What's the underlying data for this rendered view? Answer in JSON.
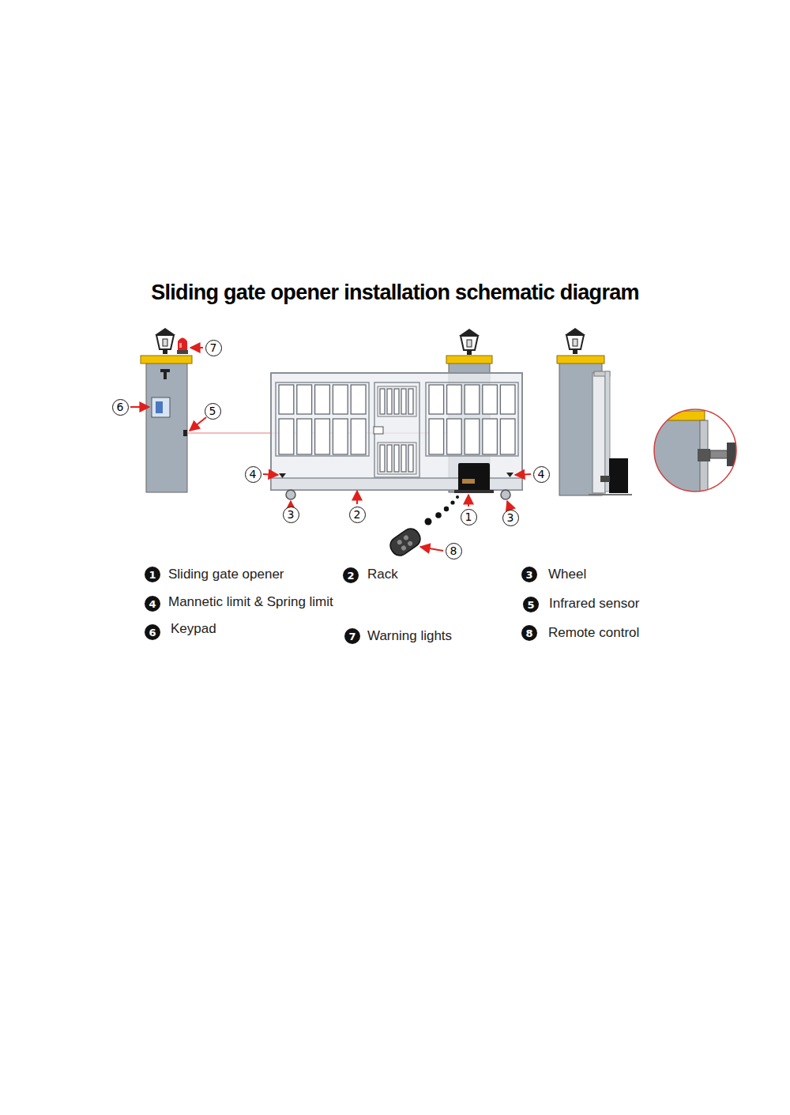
{
  "diagram": {
    "title": "Sliding gate opener installation schematic diagram",
    "labels": [
      "7",
      "6",
      "5",
      "4",
      "4",
      "2",
      "1",
      "3",
      "3",
      "8",
      "1",
      "Sliding gate opener",
      "2",
      "Rack",
      "3",
      "Wheel",
      "4",
      "Mannetic limit & Spring limit",
      "5",
      "Infrared sensor",
      "6",
      "Keypad",
      "7",
      "Warning lights",
      "8",
      "Remote control"
    ]
  }
}
